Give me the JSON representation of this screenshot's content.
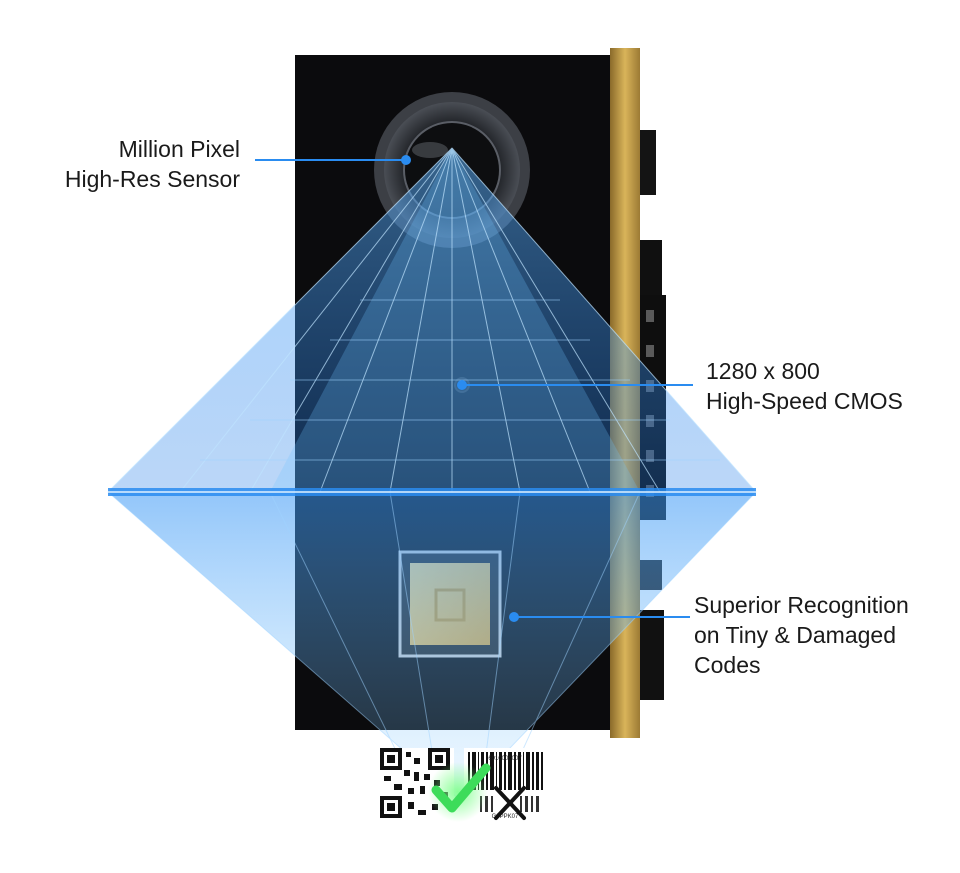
{
  "callouts": {
    "sensor": {
      "line1": "Million Pixel",
      "line2": "High-Res Sensor"
    },
    "cmos": {
      "line1": "1280 x 800",
      "line2": "High-Speed CMOS"
    },
    "recognition": {
      "line1": "Superior Recognition",
      "line2": "on Tiny & Damaged",
      "line3": "Codes"
    }
  },
  "barcode": {
    "top_digits": "6910000007",
    "bottom_digits": "G0PPK07"
  },
  "colors": {
    "accent": "#2a8cf0",
    "board": "#0b0b0d",
    "board_edge": "#c9a24a",
    "led": "#e9c26a",
    "check": "#3ddc5a",
    "text": "#1a1a1a"
  },
  "icons": [
    "check-icon",
    "cross-icon",
    "qr-code-icon",
    "barcode-icon",
    "led-icon",
    "lens-icon"
  ]
}
